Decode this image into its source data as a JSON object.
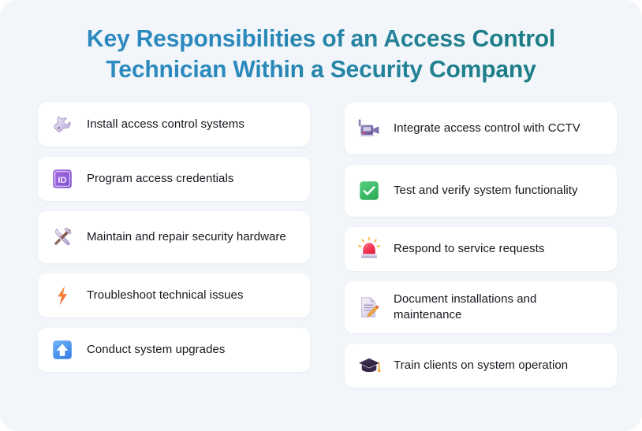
{
  "header": {
    "title": "Key Responsibilities of an Access Control Technician Within a Security Company",
    "title_line_1": "Key Responsibilities of an Access Control",
    "title_line_2": "Technician Within a Security Company",
    "gradient_from": "#2E8BC0",
    "gradient_to": "#187A7E"
  },
  "theme": {
    "page_background": "#F2F6FA",
    "card_background": "#FFFFFF",
    "text_color": "#17171F"
  },
  "columns": [
    {
      "name": "left-column",
      "items": [
        {
          "icon": "wrench-icon",
          "label": "Install access control systems",
          "lines": 1
        },
        {
          "icon": "id-badge-icon",
          "label": "Program access credentials",
          "lines": 1
        },
        {
          "icon": "hammer-and-wrench-icon",
          "label": "Maintain and repair security hardware",
          "lines": 2
        },
        {
          "icon": "lightning-bolt-icon",
          "label": "Troubleshoot technical issues",
          "lines": 1
        },
        {
          "icon": "up-arrow-button-icon",
          "label": "Conduct system upgrades",
          "lines": 1
        }
      ]
    },
    {
      "name": "right-column",
      "items": [
        {
          "icon": "video-camera-icon",
          "label": "Integrate access control with CCTV",
          "lines": 2
        },
        {
          "icon": "green-check-mark-icon",
          "label": "Test and verify system functionality",
          "lines": 2
        },
        {
          "icon": "alarm-light-icon",
          "label": "Respond to service requests",
          "lines": 1
        },
        {
          "icon": "memo-pencil-icon",
          "label": "Document installations and maintenance",
          "lines": 2
        },
        {
          "icon": "graduation-cap-icon",
          "label": "Train clients on system operation",
          "lines": 1
        }
      ]
    }
  ]
}
